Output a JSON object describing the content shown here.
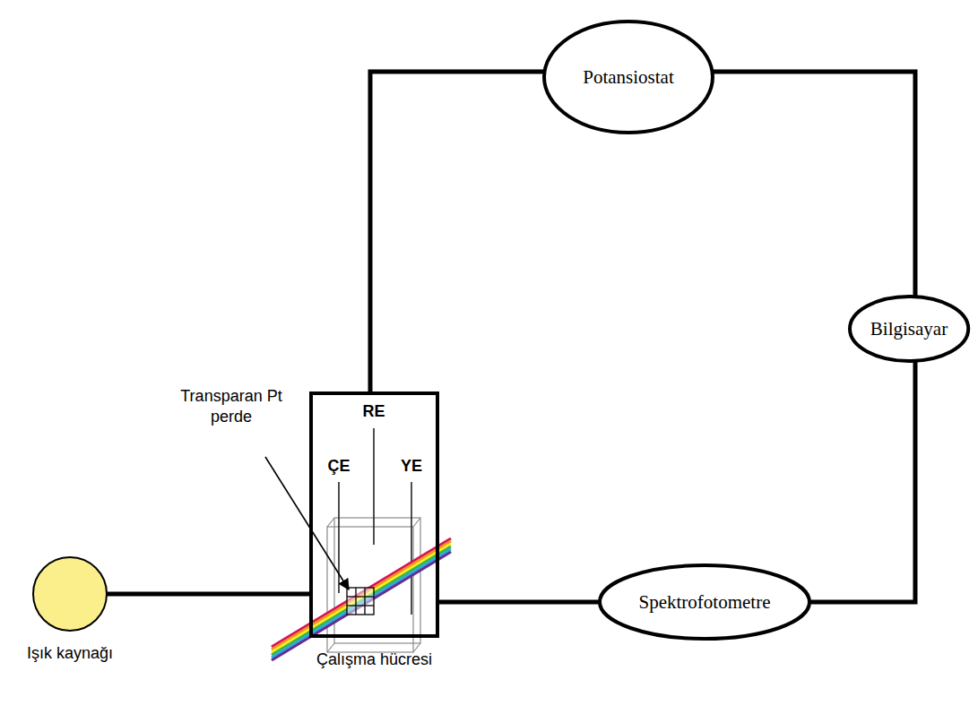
{
  "diagram": {
    "nodes": [
      {
        "text": [
          "Potansiostat"
        ]
      },
      {
        "text": [
          "Bilgisayar"
        ]
      },
      {
        "text": [
          "Çalışma hücresi"
        ]
      },
      {
        "text": [
          "Spektrofotometre"
        ]
      },
      {
        "text": [
          "Işık kaynağı"
        ]
      }
    ],
    "edges": [
      {
        "from": 4,
        "to": 2,
        "arrow": "none"
      },
      {
        "from": 2,
        "to": 3,
        "arrow": "none"
      },
      {
        "from": 3,
        "to": 1,
        "arrow": "none"
      },
      {
        "from": 1,
        "to": 0,
        "arrow": "none"
      },
      {
        "from": 0,
        "to": 2,
        "arrow": "none"
      }
    ],
    "labels": [
      "Transparan Pt perde",
      "RE",
      "ÇE",
      "YE"
    ]
  }
}
